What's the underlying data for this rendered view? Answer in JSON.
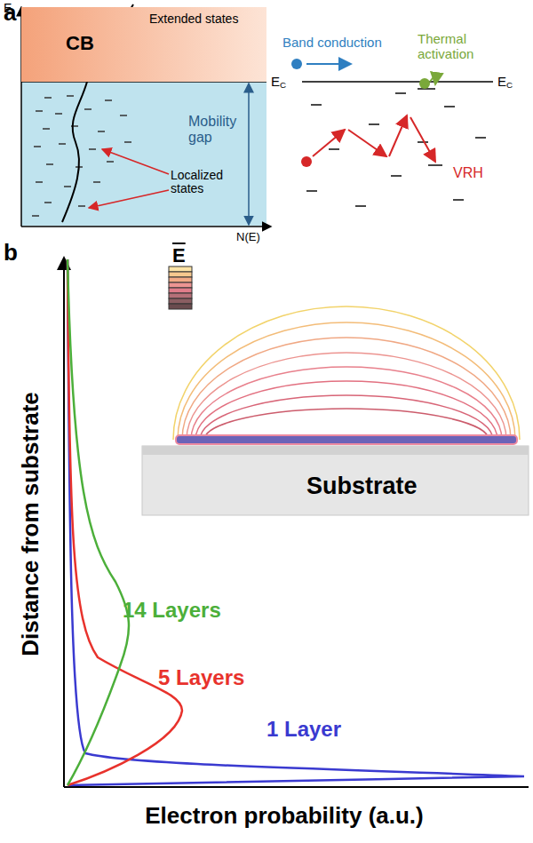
{
  "diagram": {
    "nodes": [
      {
        "text": [
          "CB"
        ]
      },
      {
        "text": [
          "Substrate"
        ]
      }
    ],
    "labels": [
      "a",
      "E",
      "Extended states",
      "EC",
      "Mobility gap",
      "Localized states",
      "N(E)",
      "Band conduction",
      "Thermal activation",
      "EC",
      "VRH",
      "b",
      "E",
      "Distance from substrate",
      "14 Layers",
      "5 Layers",
      "1 Layer",
      "Electron probability (a.u.)"
    ]
  }
}
